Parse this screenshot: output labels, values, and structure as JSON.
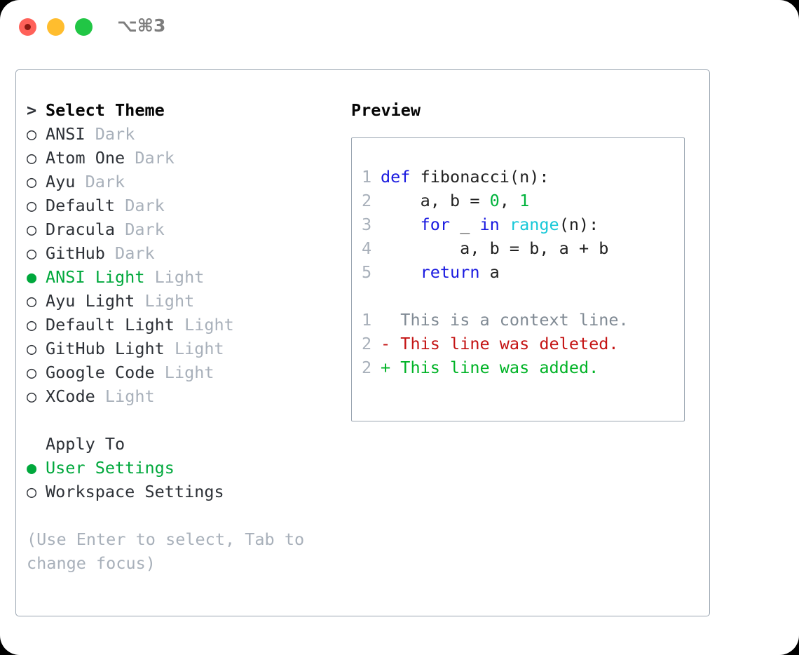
{
  "window": {
    "title": "⌥⌘3",
    "controls": [
      {
        "name": "close",
        "color": "#ff6159"
      },
      {
        "name": "minimize",
        "color": "#ffbd2e"
      },
      {
        "name": "maximize",
        "color": "#21c645"
      }
    ]
  },
  "colors": {
    "accent_green": "#00a83c",
    "muted": "#a8b0ba",
    "text": "#2d3137",
    "border": "#9aa5b1",
    "keyword_blue": "#1a1ae0",
    "number_green": "#00b33c",
    "builtin_cyan": "#18c8d8",
    "diff_add": "#00b326",
    "diff_del": "#c41414",
    "diff_ctx": "#808a94"
  },
  "theme_list": {
    "header_marker": ">",
    "header_label": "Select Theme",
    "items": [
      {
        "marker": "○",
        "label": "ANSI",
        "suffix": "Dark",
        "selected": false
      },
      {
        "marker": "○",
        "label": "Atom One",
        "suffix": "Dark",
        "selected": false
      },
      {
        "marker": "○",
        "label": "Ayu",
        "suffix": "Dark",
        "selected": false
      },
      {
        "marker": "○",
        "label": "Default",
        "suffix": "Dark",
        "selected": false
      },
      {
        "marker": "○",
        "label": "Dracula",
        "suffix": "Dark",
        "selected": false
      },
      {
        "marker": "○",
        "label": "GitHub",
        "suffix": "Dark",
        "selected": false
      },
      {
        "marker": "●",
        "label": "ANSI Light",
        "suffix": "Light",
        "selected": true
      },
      {
        "marker": "○",
        "label": "Ayu Light",
        "suffix": "Light",
        "selected": false
      },
      {
        "marker": "○",
        "label": "Default Light",
        "suffix": "Light",
        "selected": false
      },
      {
        "marker": "○",
        "label": "GitHub Light",
        "suffix": "Light",
        "selected": false
      },
      {
        "marker": "○",
        "label": "Google Code",
        "suffix": "Light",
        "selected": false
      },
      {
        "marker": "○",
        "label": "XCode",
        "suffix": "Light",
        "selected": false
      }
    ]
  },
  "apply_to": {
    "header_label": "Apply To",
    "items": [
      {
        "marker": "●",
        "label": "User Settings",
        "selected": true
      },
      {
        "marker": "○",
        "label": "Workspace Settings",
        "selected": false
      }
    ]
  },
  "hint": "(Use Enter to select, Tab to change focus)",
  "preview": {
    "title": "Preview",
    "code_lines": [
      {
        "n": "1",
        "tokens": [
          {
            "t": "def",
            "c": "kw"
          },
          {
            "t": " fibonacci(n):",
            "c": "plain"
          }
        ]
      },
      {
        "n": "2",
        "tokens": [
          {
            "t": "    a, b = ",
            "c": "plain"
          },
          {
            "t": "0",
            "c": "num"
          },
          {
            "t": ", ",
            "c": "plain"
          },
          {
            "t": "1",
            "c": "num"
          }
        ]
      },
      {
        "n": "3",
        "tokens": [
          {
            "t": "    ",
            "c": "plain"
          },
          {
            "t": "for",
            "c": "kw"
          },
          {
            "t": " _ ",
            "c": "plain"
          },
          {
            "t": "in",
            "c": "kw"
          },
          {
            "t": " ",
            "c": "plain"
          },
          {
            "t": "range",
            "c": "bi"
          },
          {
            "t": "(n):",
            "c": "plain"
          }
        ]
      },
      {
        "n": "4",
        "tokens": [
          {
            "t": "        a, b = b, a + b",
            "c": "plain"
          }
        ]
      },
      {
        "n": "5",
        "tokens": [
          {
            "t": "    ",
            "c": "plain"
          },
          {
            "t": "return",
            "c": "kw"
          },
          {
            "t": " a",
            "c": "plain"
          }
        ]
      }
    ],
    "diff_lines": [
      {
        "n": "1",
        "mark": " ",
        "text": " This is a context line.",
        "kind": "diff-ctx"
      },
      {
        "n": "2",
        "mark": "-",
        "text": " This line was deleted.",
        "kind": "diff-del"
      },
      {
        "n": "2",
        "mark": "+",
        "text": " This line was added.",
        "kind": "diff-add"
      }
    ]
  }
}
